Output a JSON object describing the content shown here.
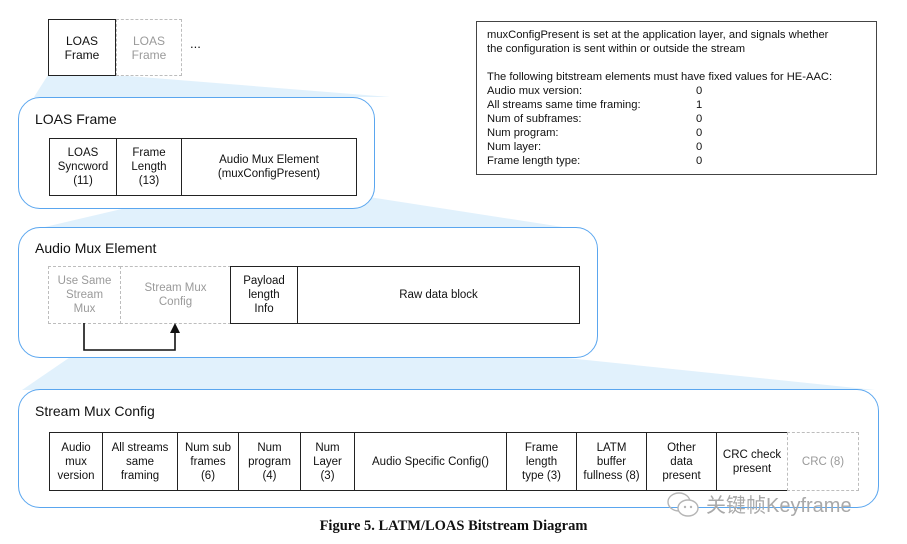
{
  "top_frames": {
    "frame_1": "LOAS\nFrame",
    "frame_2": "LOAS\nFrame",
    "ellipsis": "..."
  },
  "loas_frame": {
    "title": "LOAS Frame",
    "cells": [
      {
        "label": "LOAS\nSyncword\n(11)",
        "style": "solid"
      },
      {
        "label": "Frame\nLength\n(13)",
        "style": "solid"
      },
      {
        "label": "Audio Mux Element\n(muxConfigPresent)",
        "style": "solid"
      }
    ]
  },
  "audio_mux_element": {
    "title": "Audio Mux Element",
    "cells": [
      {
        "label": "Use Same\nStream\nMux",
        "style": "dashed"
      },
      {
        "label": "Stream Mux\nConfig",
        "style": "dashed"
      },
      {
        "label": "Payload\nlength\nInfo",
        "style": "solid"
      },
      {
        "label": "Raw data block",
        "style": "solid"
      }
    ]
  },
  "stream_mux_config": {
    "title": "Stream Mux Config",
    "cells": [
      {
        "label": "Audio\nmux\nversion",
        "style": "solid"
      },
      {
        "label": "All streams\nsame\nframing",
        "style": "solid"
      },
      {
        "label": "Num sub\nframes\n(6)",
        "style": "solid"
      },
      {
        "label": "Num\nprogram\n(4)",
        "style": "solid"
      },
      {
        "label": "Num\nLayer\n(3)",
        "style": "solid"
      },
      {
        "label": "Audio Specific Config()",
        "style": "solid"
      },
      {
        "label": "Frame\nlength\ntype (3)",
        "style": "solid"
      },
      {
        "label": "LATM\nbuffer\nfullness (8)",
        "style": "solid"
      },
      {
        "label": "Other\ndata\npresent",
        "style": "solid"
      },
      {
        "label": "CRC check\npresent",
        "style": "solid"
      },
      {
        "label": "CRC (8)",
        "style": "dashed"
      }
    ]
  },
  "note": {
    "line1": "muxConfigPresent is set at the application layer, and signals whether",
    "line2": "the configuration is sent within or outside the stream",
    "heading": "The following bitstream elements must have fixed values for HE-AAC:",
    "fixed_values": [
      {
        "key": "Audio mux version:",
        "value": "0"
      },
      {
        "key": "All streams same time framing:",
        "value": "1"
      },
      {
        "key": "Num of subframes:",
        "value": "0"
      },
      {
        "key": "Num program:",
        "value": "0"
      },
      {
        "key": "Num layer:",
        "value": "0"
      },
      {
        "key": "Frame length type:",
        "value": "0"
      }
    ]
  },
  "caption": "Figure 5. LATM/LOAS Bitstream Diagram",
  "watermark": "关键帧Keyframe",
  "colors": {
    "panel_border": "#5aa6ef",
    "funnel_fill": "#dceffc",
    "ghost_text": "#9a9a9a"
  }
}
